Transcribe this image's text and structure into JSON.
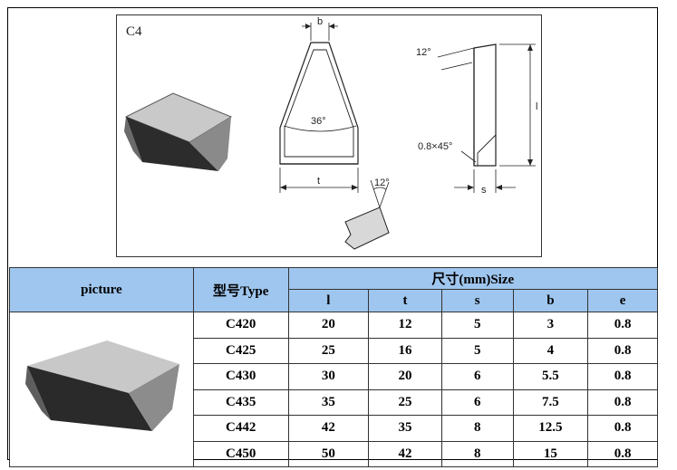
{
  "drawing": {
    "model_label": "C4",
    "dim_b": "b",
    "dim_t": "t",
    "dim_l": "l",
    "dim_s": "s",
    "angle_36": "36°",
    "angle_12_top": "12°",
    "angle_12_bottom": "12°",
    "chamfer": "0.8×45°"
  },
  "table": {
    "picture_header": "picture",
    "type_header": "型号Type",
    "size_header": "尺寸(mm)Size",
    "columns": [
      "l",
      "t",
      "s",
      "b",
      "e"
    ],
    "rows": [
      {
        "type": "C420",
        "l": "20",
        "t": "12",
        "s": "5",
        "b": "3",
        "e": "0.8"
      },
      {
        "type": "C425",
        "l": "25",
        "t": "16",
        "s": "5",
        "b": "4",
        "e": "0.8"
      },
      {
        "type": "C430",
        "l": "30",
        "t": "20",
        "s": "6",
        "b": "5.5",
        "e": "0.8"
      },
      {
        "type": "C435",
        "l": "35",
        "t": "25",
        "s": "6",
        "b": "7.5",
        "e": "0.8"
      },
      {
        "type": "C442",
        "l": "42",
        "t": "35",
        "s": "8",
        "b": "12.5",
        "e": "0.8"
      },
      {
        "type": "C450",
        "l": "50",
        "t": "42",
        "s": "8",
        "b": "15",
        "e": "0.8"
      }
    ]
  }
}
